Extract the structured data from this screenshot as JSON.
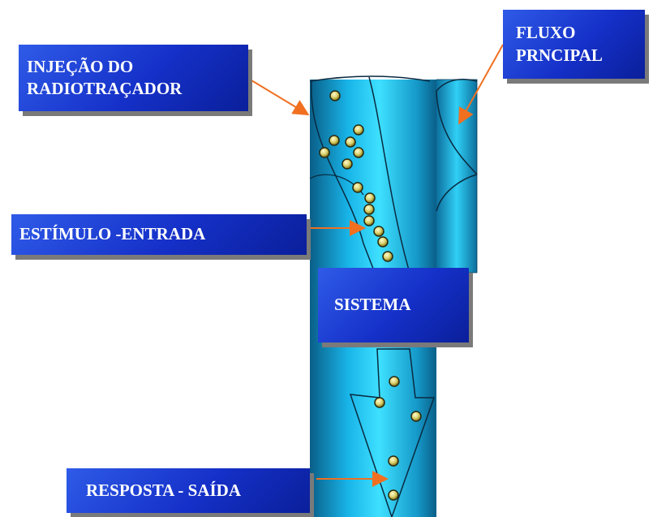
{
  "labels": {
    "injection": [
      "INJEÇÃO DO",
      "RADIOTRAÇADOR"
    ],
    "main_flow": [
      "FLUXO",
      "PRNCIPAL"
    ],
    "stimulus": "ESTÍMULO -ENTRADA",
    "system": "SISTEMA",
    "response": "RESPOSTA - SAÍDA"
  },
  "colors": {
    "label_box": "#1a3ad6",
    "pipe_light": "#33d6ff",
    "pipe_dark": "#0a6f9a",
    "arrow": "#f07020",
    "particle": "#d8d070"
  }
}
